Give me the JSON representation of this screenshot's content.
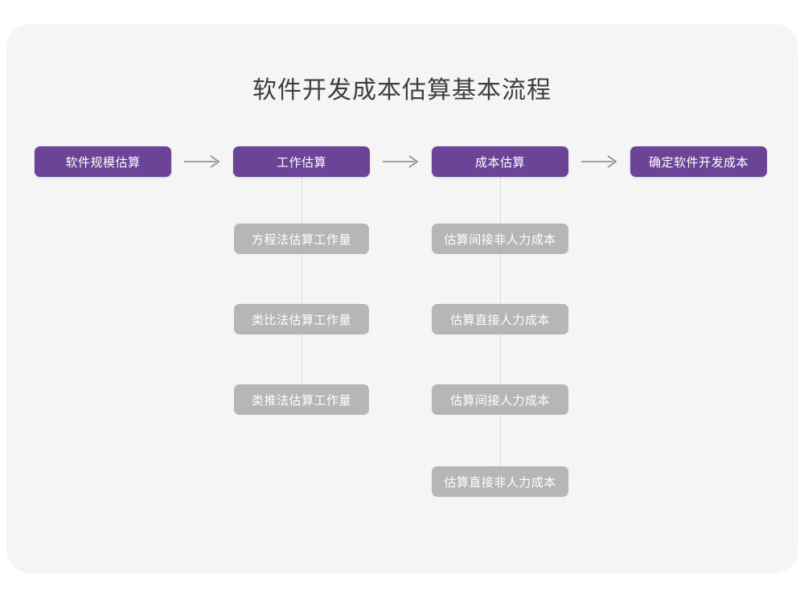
{
  "diagram": {
    "title": "软件开发成本估算基本流程",
    "type": "flowchart",
    "colors": {
      "canvas": "#ffffff",
      "card": "#f5f5f5",
      "primary_node": "#6b4498",
      "sub_node": "#b6b6b6",
      "node_text": "#ffffff",
      "title_text": "#3d3d3d",
      "arrow": "#808080",
      "connector": "#dcdcdc"
    },
    "main_steps": [
      {
        "id": "step-1",
        "label": "软件规模估算"
      },
      {
        "id": "step-2",
        "label": "工作估算"
      },
      {
        "id": "step-3",
        "label": "成本估算"
      },
      {
        "id": "step-4",
        "label": "确定软件开发成本"
      }
    ],
    "arrows": [
      {
        "id": "arrow-1",
        "from": "step-1",
        "to": "step-2",
        "glyph": "→"
      },
      {
        "id": "arrow-2",
        "from": "step-2",
        "to": "step-3",
        "glyph": "→"
      },
      {
        "id": "arrow-3",
        "from": "step-3",
        "to": "step-4",
        "glyph": "→"
      }
    ],
    "branches": [
      {
        "parent": "step-2",
        "items": [
          {
            "id": "b1-1",
            "label": "方程法估算工作量"
          },
          {
            "id": "b1-2",
            "label": "类比法估算工作量"
          },
          {
            "id": "b1-3",
            "label": "类推法估算工作量"
          }
        ]
      },
      {
        "parent": "step-3",
        "items": [
          {
            "id": "b2-1",
            "label": "估算间接非人力成本"
          },
          {
            "id": "b2-2",
            "label": "估算直接人力成本"
          },
          {
            "id": "b2-3",
            "label": "估算间接人力成本"
          },
          {
            "id": "b2-4",
            "label": "估算直接非人力成本"
          }
        ]
      }
    ]
  }
}
